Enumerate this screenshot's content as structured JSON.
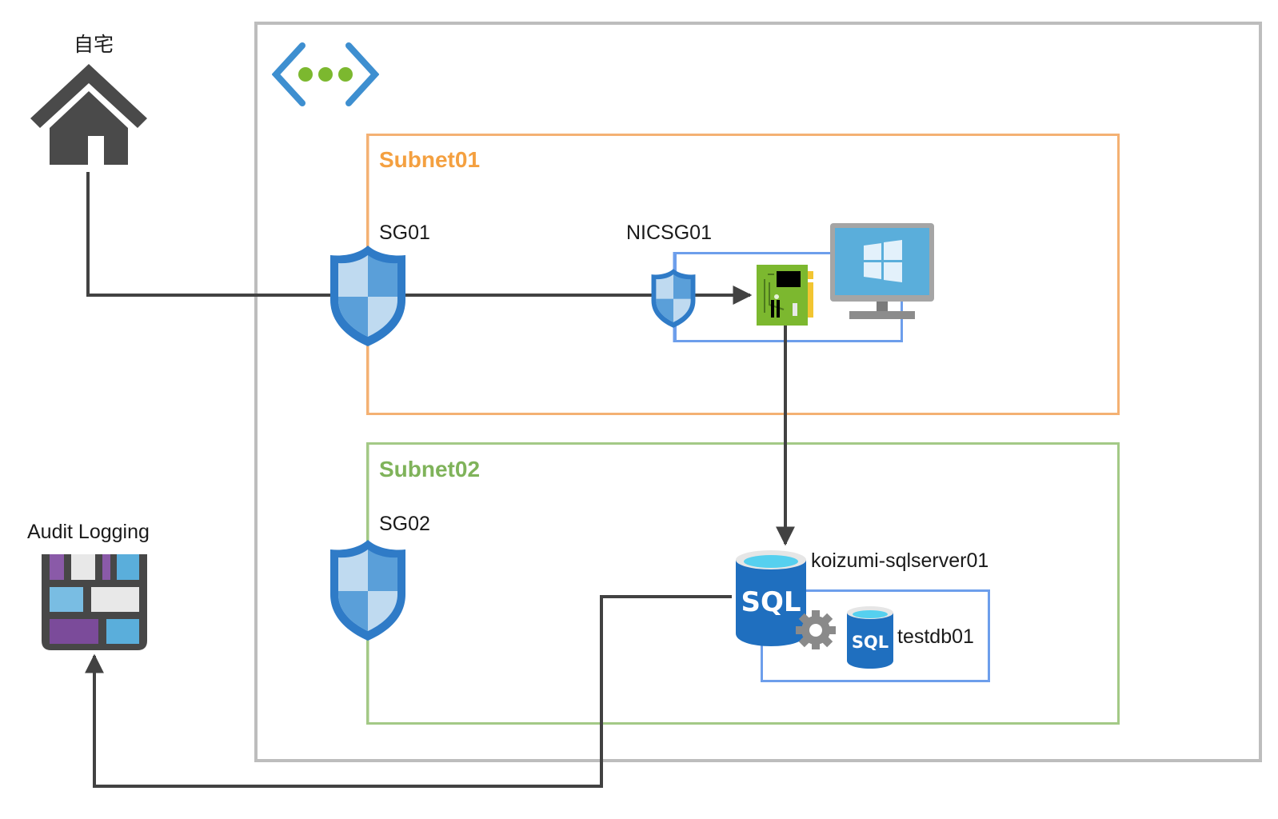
{
  "diagram": {
    "nodes": {
      "home": {
        "label": "自宅",
        "icon": "house-icon"
      },
      "audit": {
        "label": "Audit Logging",
        "icon": "audit-log-icon"
      },
      "vnet": {
        "icon": "virtual-network-icon"
      },
      "subnet01": {
        "label": "Subnet01",
        "color": "#f4a040"
      },
      "subnet02": {
        "label": "Subnet02",
        "color": "#7fb35a"
      },
      "sg01": {
        "label": "SG01",
        "icon": "shield-icon"
      },
      "sg02": {
        "label": "SG02",
        "icon": "shield-icon"
      },
      "nicsg01": {
        "label": "NICSG01",
        "icon": "shield-icon"
      },
      "nic": {
        "icon": "network-card-icon"
      },
      "vm": {
        "icon": "windows-vm-icon"
      },
      "sqlserver": {
        "label": "koizumi-sqlserver01",
        "icon": "sql-server-icon",
        "badge": "SQL"
      },
      "sqldb": {
        "label": "testdb01",
        "icon": "sql-database-icon",
        "badge": "SQL"
      }
    },
    "edges": [
      {
        "from": "home",
        "to": "nic",
        "via": [
          "sg01",
          "nicsg01"
        ]
      },
      {
        "from": "nic",
        "to": "sqlserver"
      },
      {
        "from": "sqlserver",
        "to": "audit"
      }
    ],
    "colors": {
      "vnet_border": "#bdbdbd",
      "subnet01_border": "#f4b173",
      "subnet02_border": "#a3c986",
      "group_border": "#6d9eeb",
      "connector": "#424242"
    }
  }
}
